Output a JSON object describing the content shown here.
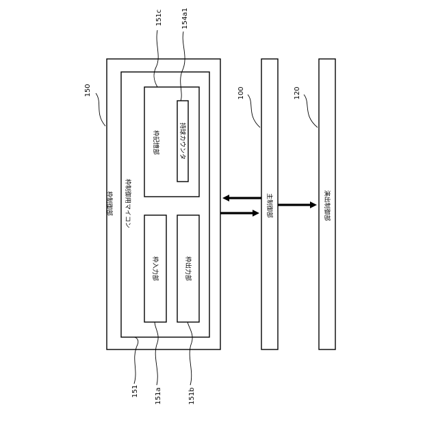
{
  "diagram": {
    "blocks": {
      "frame_control": "枠制御部",
      "frame_microcomputer": "枠制御用マイコン",
      "frame_memory": "枠記憶部",
      "ball_counter": "持球カウンタ",
      "frame_input": "枠入力部",
      "frame_output": "枠出力部",
      "main_control": "主制御部",
      "effect_control": "演出制御部"
    },
    "refs": {
      "frame_control": "150",
      "main_control": "100",
      "effect_control": "120",
      "microcomputer": "151",
      "frame_input": "151a",
      "frame_output": "151b",
      "frame_memory": "151c",
      "ball_counter": "154a1"
    },
    "connections": [
      {
        "from": "main_control",
        "to": "frame_control"
      },
      {
        "from": "frame_control",
        "to": "main_control"
      },
      {
        "from": "main_control",
        "to": "effect_control"
      }
    ]
  }
}
